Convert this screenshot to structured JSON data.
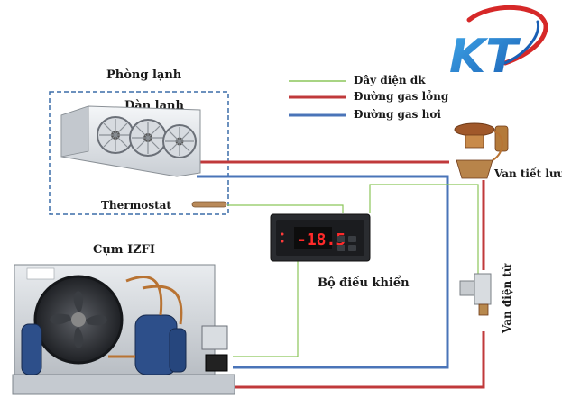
{
  "labels": {
    "cold_room": "Phòng lạnh",
    "evaporator": "Dàn lạnh",
    "thermostat": "Thermostat",
    "condensing_unit": "Cụm IZFI",
    "controller": "Bộ điều khiển",
    "expansion_valve": "Van tiết lưu",
    "solenoid_valve": "Van điện từ"
  },
  "legend": [
    {
      "label": "Dây điện đk",
      "color": "#8cc65a"
    },
    {
      "label": "Đường gas lỏng",
      "color": "#c0393b"
    },
    {
      "label": "Đường gas hơi",
      "color": "#4a74b8"
    }
  ],
  "controller_display": "-18.5",
  "logo_text": "KT",
  "colors": {
    "control_wire": "#8cc65a",
    "liquid_line": "#c0393b",
    "suction_line": "#4a74b8",
    "cold_room_border": "#3c6da8"
  }
}
